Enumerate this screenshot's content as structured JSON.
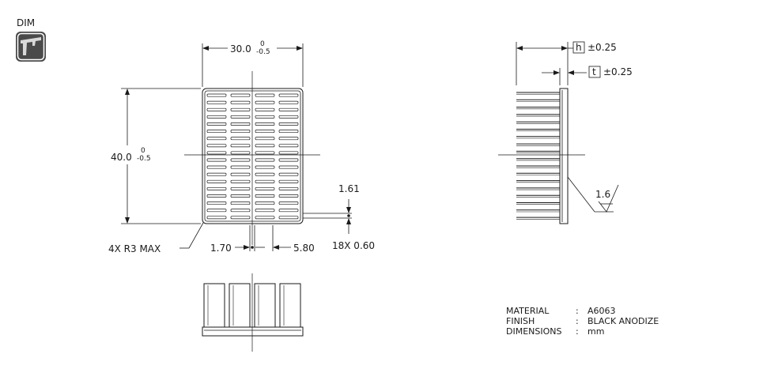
{
  "badge": {
    "label": "DIM",
    "icon": "caliper-icon"
  },
  "front_view": {
    "width_dim": {
      "value": "30.0",
      "upper_tol": "0",
      "lower_tol": "-0.5"
    },
    "height_dim": {
      "value": "40.0",
      "upper_tol": "0",
      "lower_tol": "-0.5"
    },
    "corner_radius_note": "4X R3 MAX",
    "fin_pitch_label": "1.70",
    "fin_spacing_label": "5.80",
    "slot_height_label": "1.61",
    "slot_count_label": "18X 0.60"
  },
  "side_view": {
    "h_symbol": "h",
    "h_tol": "±0.25",
    "t_symbol": "t",
    "t_tol": "±0.25",
    "roughness_value": "1.6"
  },
  "notes": [
    {
      "key": "MATERIAL",
      "sep": ":",
      "value": "A6063"
    },
    {
      "key": "FINISH",
      "sep": ":",
      "value": "BLACK ANODIZE"
    },
    {
      "key": "DIMENSIONS",
      "sep": ":",
      "value": "mm"
    }
  ],
  "colors": {
    "ink": "#1a1a1a",
    "badge_bg": "#4a4a4a",
    "paper": "#ffffff"
  }
}
